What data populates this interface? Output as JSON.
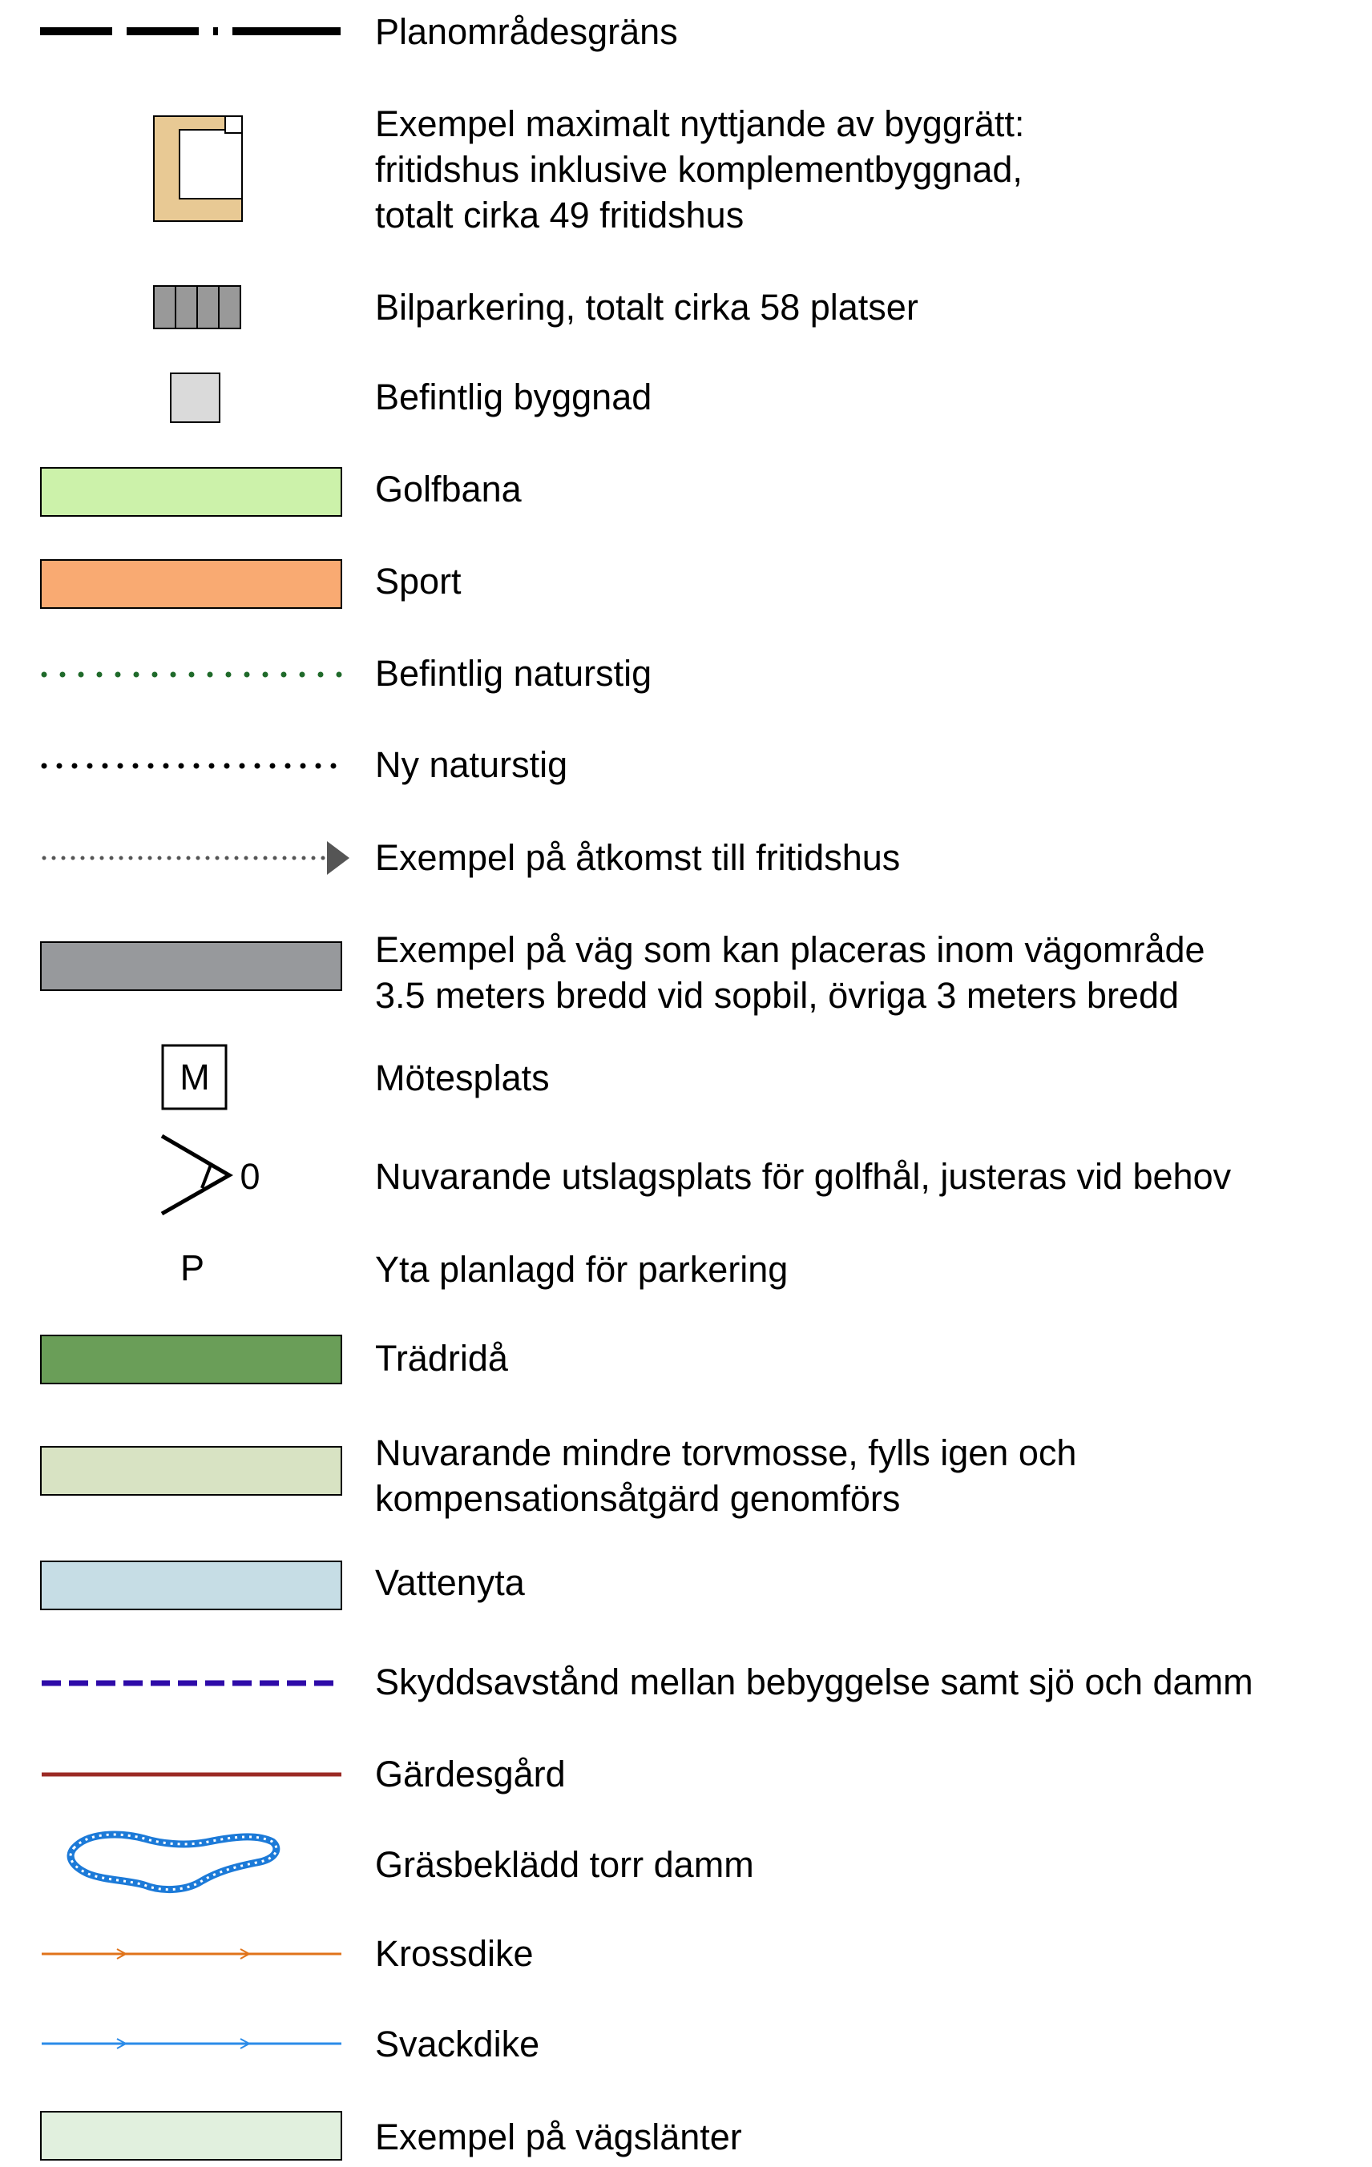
{
  "legend": {
    "items": [
      {
        "id": "planomradesgrans",
        "symbol": "dash-dot-line-icon",
        "lines": [
          "Planområdesgräns"
        ]
      },
      {
        "id": "fritidshus",
        "symbol": "cabin-footprint-icon",
        "color": "#e8c994",
        "lines": [
          "Exempel maximalt nyttjande av byggrätt:",
          "fritidshus inklusive komplementbyggnad,",
          "totalt cirka 49 fritidshus"
        ]
      },
      {
        "id": "bilparkering",
        "symbol": "parking-stalls-icon",
        "color": "#999999",
        "lines": [
          "Bilparkering, totalt cirka 58 platser"
        ]
      },
      {
        "id": "befintlig-byggnad",
        "symbol": "building-square-icon",
        "color": "#dadada",
        "lines": [
          "Befintlig byggnad"
        ]
      },
      {
        "id": "golfbana",
        "symbol": "fill-swatch-icon",
        "color": "#ccf2aa",
        "lines": [
          "Golfbana"
        ]
      },
      {
        "id": "sport",
        "symbol": "fill-swatch-icon",
        "color": "#f9aa72",
        "lines": [
          "Sport"
        ]
      },
      {
        "id": "befintlig-naturstig",
        "symbol": "dotted-line-icon",
        "color": "#1f6a2a",
        "lines": [
          "Befintlig naturstig"
        ]
      },
      {
        "id": "ny-naturstig",
        "symbol": "dotted-line-icon",
        "color": "#000000",
        "lines": [
          "Ny naturstig"
        ]
      },
      {
        "id": "atkomst",
        "symbol": "dotted-arrow-icon",
        "color": "#555555",
        "lines": [
          "Exempel på åtkomst till fritidshus"
        ]
      },
      {
        "id": "vag",
        "symbol": "fill-swatch-icon",
        "color": "#97999c",
        "lines": [
          "Exempel på väg som kan placeras inom vägområde",
          "3.5 meters bredd vid sopbil, övriga 3 meters bredd"
        ]
      },
      {
        "id": "motesplats",
        "symbol": "meeting-point-icon",
        "text": "M",
        "lines": [
          "Mötesplats"
        ]
      },
      {
        "id": "utslagsplats",
        "symbol": "tee-marker-icon",
        "text": "0",
        "lines": [
          "Nuvarande utslagsplats för golfhål, justeras vid behov"
        ]
      },
      {
        "id": "parkering-yta",
        "symbol": "parking-letter-icon",
        "text": "P",
        "lines": [
          "Yta planlagd för parkering"
        ]
      },
      {
        "id": "tradrida",
        "symbol": "fill-swatch-icon",
        "color": "#6a9e58",
        "lines": [
          "Trädridå"
        ]
      },
      {
        "id": "torvmosse",
        "symbol": "fill-swatch-icon",
        "color": "#d8e3c3",
        "lines": [
          "Nuvarande mindre torvmosse, fylls igen och",
          "kompensationsåtgärd genomförs"
        ]
      },
      {
        "id": "vattenyta",
        "symbol": "fill-swatch-icon",
        "color": "#c6dde5",
        "lines": [
          "Vattenyta"
        ]
      },
      {
        "id": "skyddsavstand",
        "symbol": "dashed-line-icon",
        "color": "#2e0aa8",
        "lines": [
          "Skyddsavstånd mellan bebyggelse samt sjö och damm"
        ]
      },
      {
        "id": "gardesgard",
        "symbol": "solid-line-icon",
        "color": "#9b2a24",
        "lines": [
          "Gärdesgård"
        ]
      },
      {
        "id": "torr-damm",
        "symbol": "pond-outline-icon",
        "color": "#1c7ad8",
        "lines": [
          "Gräsbeklädd torr damm"
        ]
      },
      {
        "id": "krossdike",
        "symbol": "ditch-line-icon",
        "color": "#e0731a",
        "lines": [
          "Krossdike"
        ]
      },
      {
        "id": "svackdike",
        "symbol": "ditch-line-icon",
        "color": "#2b8be8",
        "lines": [
          "Svackdike"
        ]
      },
      {
        "id": "vagslanter",
        "symbol": "fill-swatch-icon",
        "color": "#e1f0de",
        "lines": [
          "Exempel på vägslänter"
        ]
      }
    ]
  }
}
